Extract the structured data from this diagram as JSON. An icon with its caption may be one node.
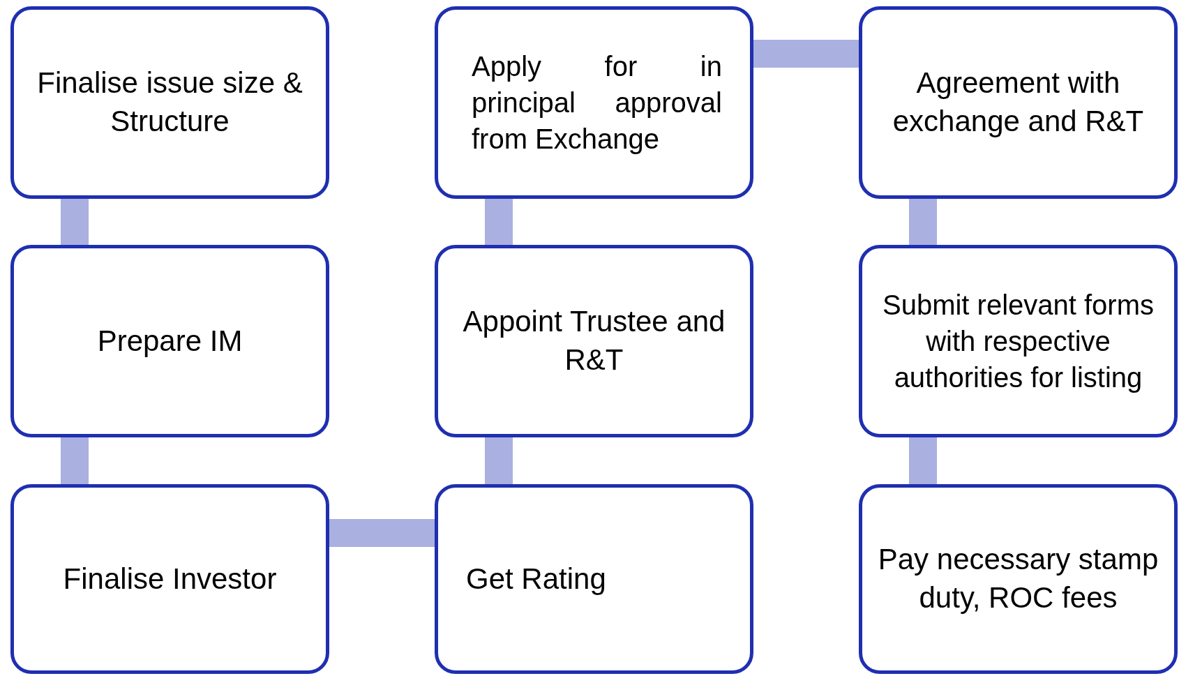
{
  "diagram": {
    "nodes": [
      {
        "text": [
          "Finalise issue size & Structure"
        ]
      },
      {
        "text": [
          "Prepare IM"
        ]
      },
      {
        "text": [
          "Finalise Investor"
        ]
      },
      {
        "text": [
          "Get Rating"
        ]
      },
      {
        "text": [
          "Appoint Trustee and R&T"
        ]
      },
      {
        "text": [
          "Apply for in principal approval from Exchange"
        ]
      },
      {
        "text": [
          "Agreement with exchange and R&T"
        ]
      },
      {
        "text": [
          "Submit relevant forms with respective authorities for listing"
        ]
      },
      {
        "text": [
          "Pay necessary stamp duty, ROC fees"
        ]
      }
    ],
    "edges": [
      {
        "from": 0,
        "to": 1,
        "arrow": "none"
      },
      {
        "from": 1,
        "to": 2,
        "arrow": "none"
      },
      {
        "from": 2,
        "to": 3,
        "arrow": "none"
      },
      {
        "from": 3,
        "to": 4,
        "arrow": "none"
      },
      {
        "from": 4,
        "to": 5,
        "arrow": "none"
      },
      {
        "from": 5,
        "to": 6,
        "arrow": "none"
      },
      {
        "from": 6,
        "to": 7,
        "arrow": "none"
      },
      {
        "from": 7,
        "to": 8,
        "arrow": "none"
      }
    ]
  }
}
